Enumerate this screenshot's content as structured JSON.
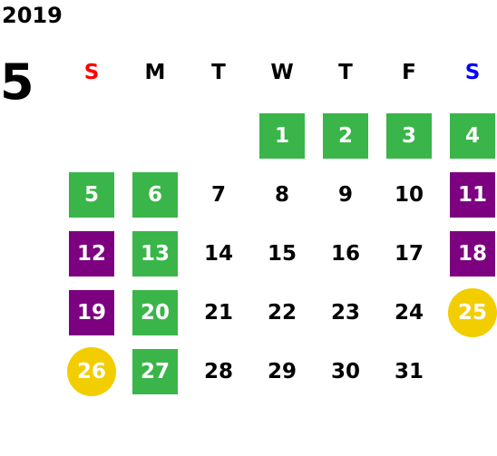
{
  "year": "2019",
  "month": "5",
  "colors": {
    "sunday_header": "#ff0000",
    "saturday_header": "#0000ff",
    "green": "#3ab54a",
    "purple": "#7c0080",
    "gold": "#f2cd00"
  },
  "weekdays": [
    "S",
    "M",
    "T",
    "W",
    "T",
    "F",
    "S"
  ],
  "weeks": [
    [
      {
        "day": "",
        "style": "plain"
      },
      {
        "day": "",
        "style": "plain"
      },
      {
        "day": "",
        "style": "plain"
      },
      {
        "day": "1",
        "style": "green"
      },
      {
        "day": "2",
        "style": "green"
      },
      {
        "day": "3",
        "style": "green"
      },
      {
        "day": "4",
        "style": "green"
      }
    ],
    [
      {
        "day": "5",
        "style": "green"
      },
      {
        "day": "6",
        "style": "green"
      },
      {
        "day": "7",
        "style": "plain"
      },
      {
        "day": "8",
        "style": "plain"
      },
      {
        "day": "9",
        "style": "plain"
      },
      {
        "day": "10",
        "style": "plain"
      },
      {
        "day": "11",
        "style": "purple"
      }
    ],
    [
      {
        "day": "12",
        "style": "purple"
      },
      {
        "day": "13",
        "style": "green"
      },
      {
        "day": "14",
        "style": "plain"
      },
      {
        "day": "15",
        "style": "plain"
      },
      {
        "day": "16",
        "style": "plain"
      },
      {
        "day": "17",
        "style": "plain"
      },
      {
        "day": "18",
        "style": "purple"
      }
    ],
    [
      {
        "day": "19",
        "style": "purple"
      },
      {
        "day": "20",
        "style": "green"
      },
      {
        "day": "21",
        "style": "plain"
      },
      {
        "day": "22",
        "style": "plain"
      },
      {
        "day": "23",
        "style": "plain"
      },
      {
        "day": "24",
        "style": "plain"
      },
      {
        "day": "25",
        "style": "gold"
      }
    ],
    [
      {
        "day": "26",
        "style": "gold"
      },
      {
        "day": "27",
        "style": "green"
      },
      {
        "day": "28",
        "style": "plain"
      },
      {
        "day": "29",
        "style": "plain"
      },
      {
        "day": "30",
        "style": "plain"
      },
      {
        "day": "31",
        "style": "plain"
      },
      {
        "day": "",
        "style": "plain"
      }
    ]
  ]
}
